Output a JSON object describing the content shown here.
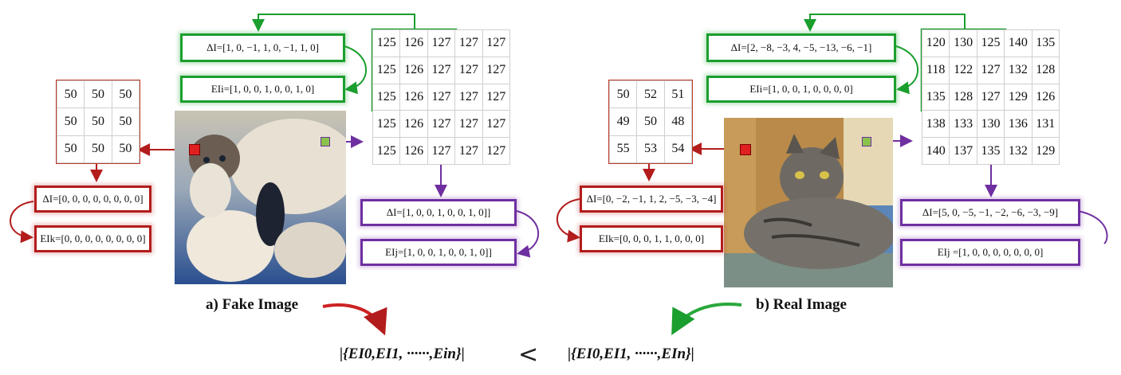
{
  "left": {
    "caption": "a) Fake Image",
    "small_grid": [
      [
        "50",
        "50",
        "50"
      ],
      [
        "50",
        "50",
        "50"
      ],
      [
        "50",
        "50",
        "50"
      ]
    ],
    "big_grid": [
      [
        "125",
        "126",
        "127",
        "127",
        "127"
      ],
      [
        "125",
        "126",
        "127",
        "127",
        "127"
      ],
      [
        "125",
        "126",
        "127",
        "127",
        "127"
      ],
      [
        "125",
        "126",
        "127",
        "127",
        "127"
      ],
      [
        "125",
        "126",
        "127",
        "127",
        "127"
      ]
    ],
    "green_delta": "ΔI=[1,  0,  −1,  1,  0,  −1,  1,  0]",
    "green_ei": "EIi=[1,  0,  0,  1,  0,  0,  1,  0]",
    "red_delta": "ΔI=[0, 0, 0, 0, 0, 0, 0, 0]",
    "red_ei": "EIk=[0, 0, 0, 0, 0, 0, 0, 0]",
    "purple_delta": "ΔI=[1,  0,  0,  1,  0,  0,  1,  0]]",
    "purple_ei": "EIj=[1,  0,  0,  1,  0,  0,  1,  0]]"
  },
  "right": {
    "caption": "b) Real Image",
    "small_grid": [
      [
        "50",
        "52",
        "51"
      ],
      [
        "49",
        "50",
        "48"
      ],
      [
        "55",
        "53",
        "54"
      ]
    ],
    "big_grid": [
      [
        "120",
        "130",
        "125",
        "140",
        "135"
      ],
      [
        "118",
        "122",
        "127",
        "132",
        "128"
      ],
      [
        "135",
        "128",
        "127",
        "129",
        "126"
      ],
      [
        "138",
        "133",
        "130",
        "136",
        "131"
      ],
      [
        "140",
        "137",
        "135",
        "132",
        "129"
      ]
    ],
    "green_delta": "ΔI=[2,  −8,  −3,  4,  −5,  −13,  −6,  −1]",
    "green_ei": "EIi=[1,  0,  0,  1,  0,  0,  0,  0]",
    "red_delta": "ΔI=[0, −2, −1, 1, 2, −5, −3, −4]",
    "red_ei": "EIk=[0, 0, 0, 1, 1, 0, 0, 0]",
    "purple_delta": "ΔI=[5,  0,  −5,  −1,  −2,  −6,  −3,  −9]",
    "purple_ei": "EIj =[1,  0,  0,  0,  0,  0,  0,  0]"
  },
  "bottom": {
    "formula_left": "|{EI0,EI1, ······,Ein}|",
    "comparator": "<",
    "formula_right": "|{EI0,EI1, ······,EIn}|"
  },
  "colors": {
    "green": "#1a9e2e",
    "red": "#b31c1c",
    "purple": "#6f2fa0"
  }
}
